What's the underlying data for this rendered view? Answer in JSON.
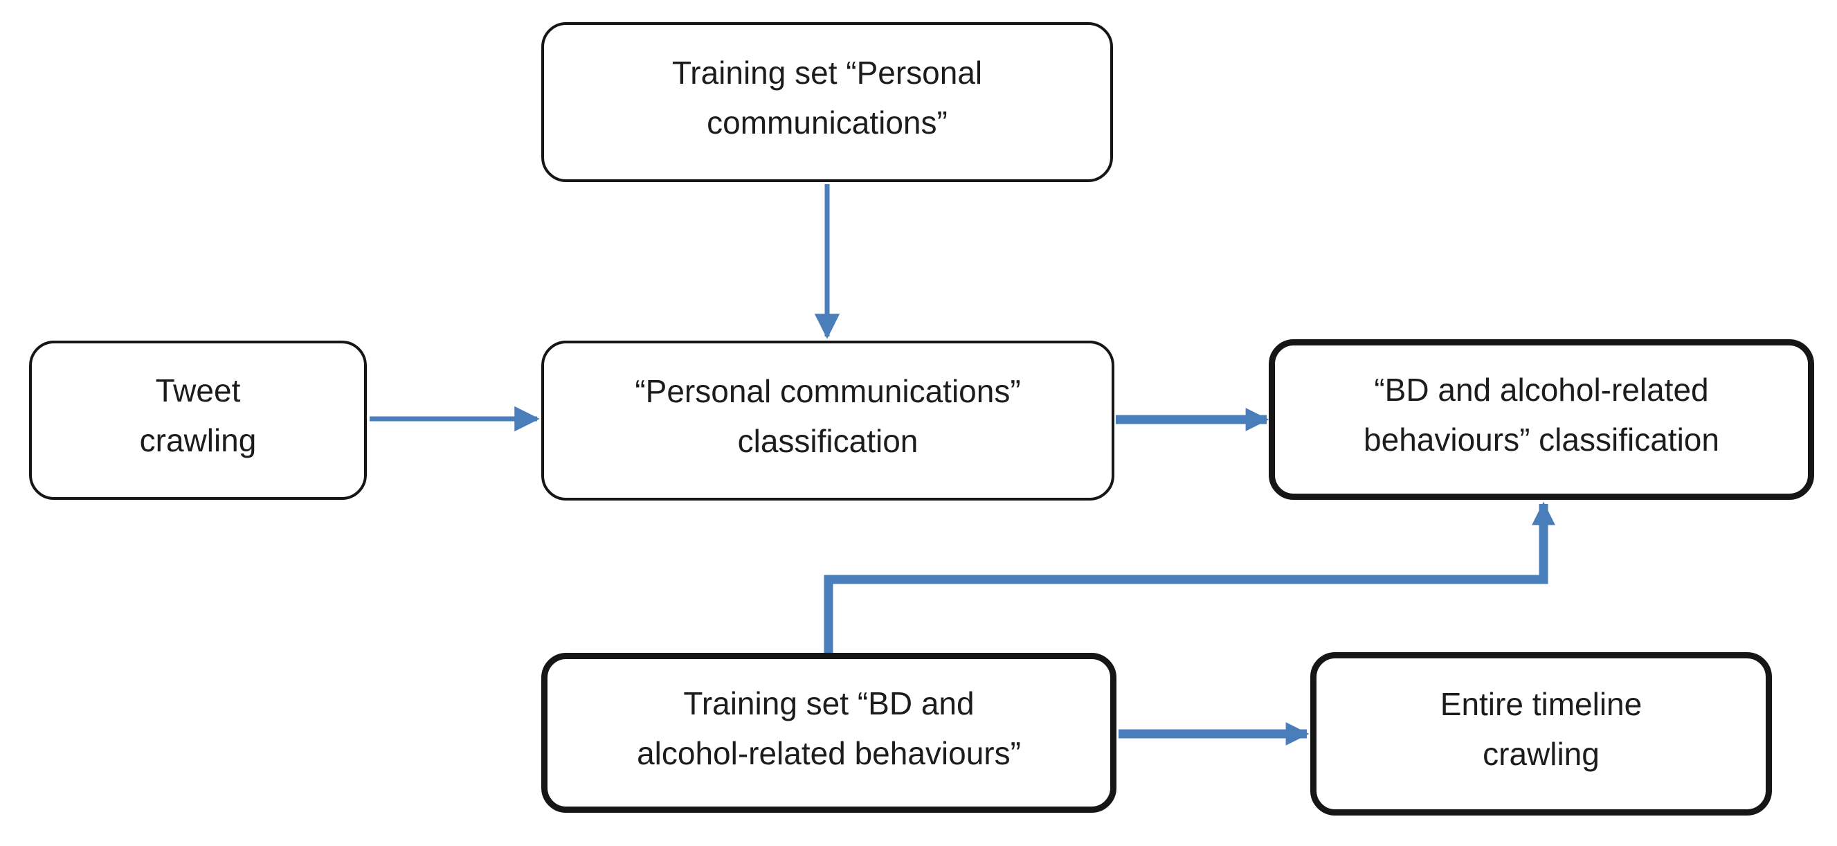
{
  "diagram": {
    "type": "flowchart",
    "colors": {
      "arrow": "#4a7ebb",
      "node_border": "#161616",
      "node_fill": "#ffffff",
      "text": "#1c1c1c",
      "background": "#ffffff"
    },
    "nodes": [
      {
        "id": "training-set-personal",
        "emphasis": "normal",
        "lines": [
          "Training set “Personal",
          "communications”"
        ]
      },
      {
        "id": "tweet-crawling",
        "emphasis": "normal",
        "lines": [
          "Tweet",
          "crawling"
        ]
      },
      {
        "id": "personal-communications-classification",
        "emphasis": "normal",
        "lines": [
          "“Personal communications”",
          "classification"
        ]
      },
      {
        "id": "bd-alcohol-classification",
        "emphasis": "bold",
        "lines": [
          "“BD and alcohol-related",
          "behaviours” classification"
        ]
      },
      {
        "id": "training-set-bd-alcohol",
        "emphasis": "bold",
        "lines": [
          "Training set “BD and",
          "alcohol-related behaviours”"
        ]
      },
      {
        "id": "entire-timeline-crawling",
        "emphasis": "bold",
        "lines": [
          "Entire timeline",
          "crawling"
        ]
      }
    ],
    "edges": [
      {
        "from": "training-set-personal",
        "to": "personal-communications-classification",
        "weight": "thin",
        "shape": "straight-down"
      },
      {
        "from": "tweet-crawling",
        "to": "personal-communications-classification",
        "weight": "thin",
        "shape": "straight-right"
      },
      {
        "from": "personal-communications-classification",
        "to": "bd-alcohol-classification",
        "weight": "thick",
        "shape": "straight-right"
      },
      {
        "from": "training-set-bd-alcohol",
        "to": "bd-alcohol-classification",
        "weight": "thick",
        "shape": "elbow-up-right-up"
      },
      {
        "from": "training-set-bd-alcohol",
        "to": "entire-timeline-crawling",
        "weight": "thick",
        "shape": "straight-right"
      }
    ]
  }
}
